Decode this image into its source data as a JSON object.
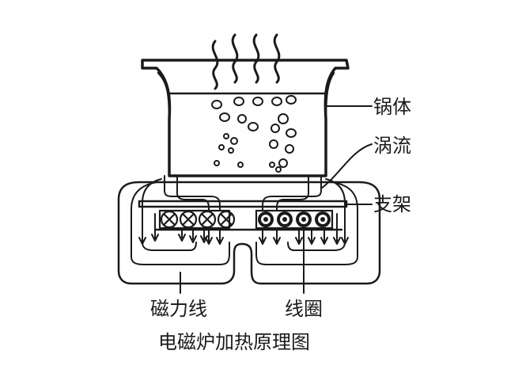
{
  "labels": {
    "pot_body": "锅体",
    "eddy_current": "涡流",
    "support": "支架",
    "magnetic_field_lines": "磁力线",
    "coil": "线圈"
  },
  "caption": "电磁炉加热原理图",
  "coil_left_symbol": "into-page-cross",
  "coil_right_symbol": "out-of-page-dot",
  "colors": {
    "ink": "#1a1a1a",
    "background": "#ffffff"
  }
}
